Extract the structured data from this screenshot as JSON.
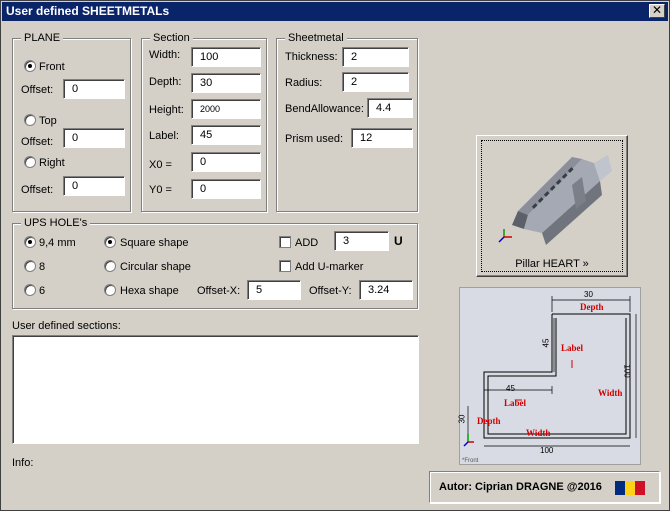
{
  "window": {
    "title": "User defined SHEETMETALs",
    "close_glyph": "✕"
  },
  "plane": {
    "legend": "PLANE",
    "front_label": "Front",
    "top_label": "Top",
    "right_label": "Right",
    "offset_label": "Offset:",
    "front_offset": "0",
    "top_offset": "0",
    "right_offset": "0",
    "selected": "Front"
  },
  "section": {
    "legend": "Section",
    "width_label": "Width:",
    "width": "100",
    "depth_label": "Depth:",
    "depth": "30",
    "height_label": "Height:",
    "height": "2000",
    "label_label": "Label:",
    "label": "45",
    "x0_label": "X0 =",
    "x0": "0",
    "y0_label": "Y0 =",
    "y0": "0"
  },
  "sheetmetal": {
    "legend": "Sheetmetal",
    "thickness_label": "Thickness:",
    "thickness": "2",
    "radius_label": "Radius:",
    "radius": "2",
    "bend_label": "BendAllowance:",
    "bend": "4.4",
    "prism_label": "Prism used:",
    "prism": "12"
  },
  "ups": {
    "legend": "UPS HOLE's",
    "size_94": "9,4 mm",
    "size_8": "8",
    "size_6": "6",
    "selected_size": "9,4 mm",
    "square": "Square shape",
    "circular": "Circular shape",
    "hexa": "Hexa shape",
    "selected_shape": "Square shape",
    "add_label": "ADD",
    "add_value": "3",
    "unit": "U",
    "umarker_label": "Add U-marker",
    "offset_x_label": "Offset-X:",
    "offset_x": "5",
    "offset_y_label": "Offset-Y:",
    "offset_y": "3.24"
  },
  "user_sections_label": "User defined sections:",
  "info_label": "Info:",
  "pillar_button_label": "Pillar HEART »",
  "diagram": {
    "dim_30": "30",
    "dim_45_top": "45",
    "dim_100_side": "100",
    "dim_45_mid": "45",
    "dim_30_side": "30",
    "dim_100_bottom": "100",
    "lbl_depth_top": "Depth",
    "lbl_label_top": "Label",
    "lbl_width_right": "Width",
    "lbl_label_mid": "Label",
    "lbl_depth_left": "Depth",
    "lbl_width_bottom": "Width",
    "front_note": "*Front"
  },
  "author": "Autor: Ciprian DRAGNE @2016",
  "flag_colors": [
    "#002b7f",
    "#fcd116",
    "#ce1126"
  ]
}
